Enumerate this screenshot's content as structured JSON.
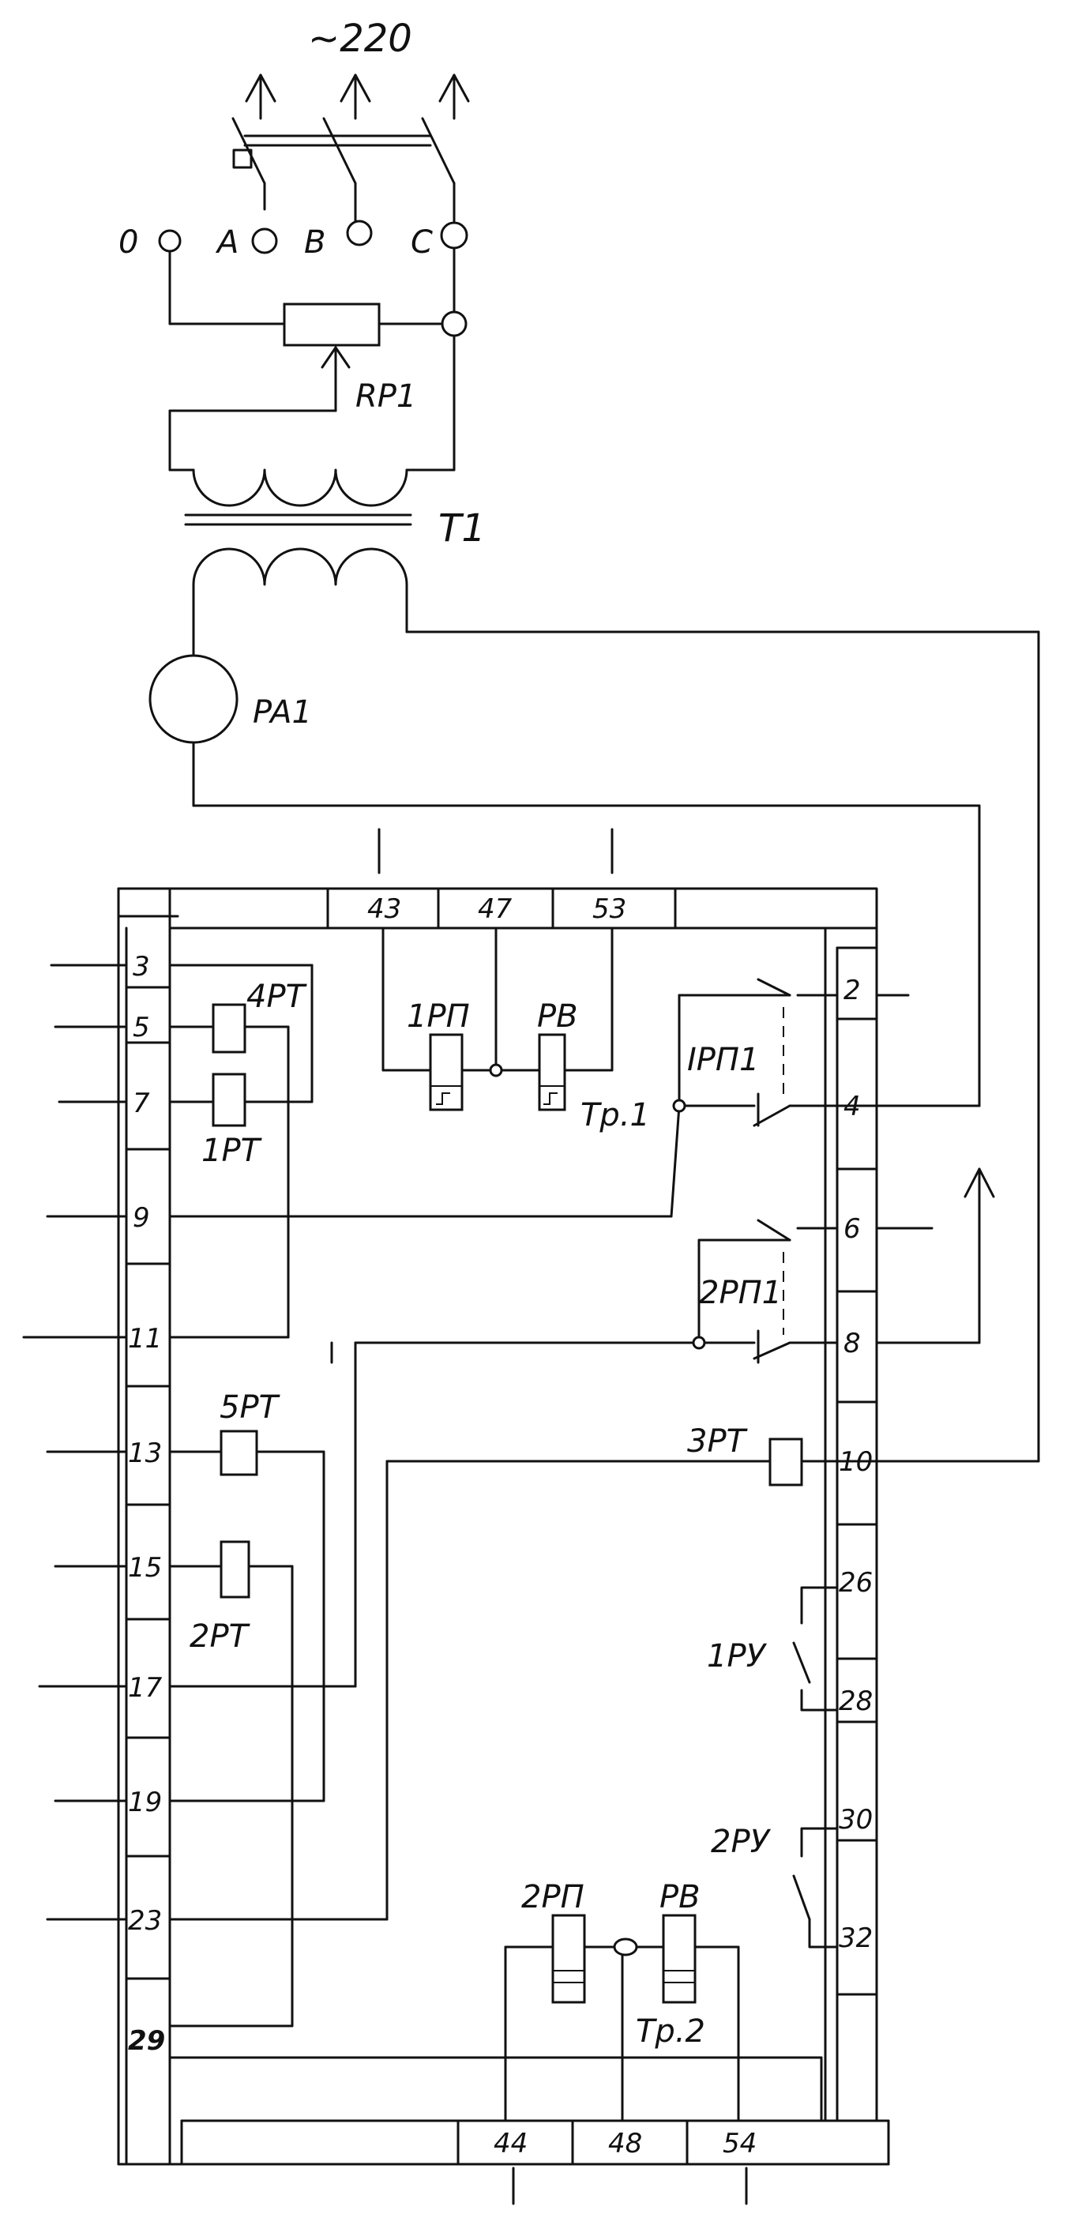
{
  "supply": {
    "voltage": "~220",
    "terminals": [
      "0",
      "A",
      "B",
      "C"
    ]
  },
  "components": {
    "rp1": "RP1",
    "t1": "T1",
    "pa1": "PA1",
    "rt4": "4PT",
    "rt1": "1PT",
    "rp1_relay": "1PП",
    "rv_top": "PB",
    "tr1": "Tp.1",
    "rp1_contact": "IPП1",
    "rp2_contact": "2PП1",
    "rt5": "5PT",
    "rt2": "2PT",
    "rt3": "3PT",
    "ru1": "1PУ",
    "ru2": "2PУ",
    "rp2_relay": "2PП",
    "rv_bottom": "PB",
    "tr2": "Tp.2"
  },
  "terminals": {
    "top": [
      "43",
      "47",
      "53"
    ],
    "left": [
      "3",
      "5",
      "7",
      "9",
      "11",
      "13",
      "15",
      "17",
      "19",
      "23",
      "29"
    ],
    "right": [
      "2",
      "4",
      "6",
      "8",
      "10",
      "26",
      "28",
      "30",
      "32"
    ],
    "bottom": [
      "44",
      "48",
      "54"
    ]
  }
}
